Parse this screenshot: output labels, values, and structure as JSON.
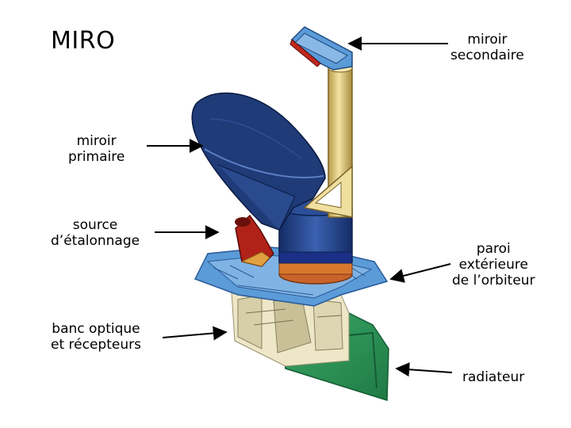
{
  "title": "MIRO",
  "labels": {
    "miroir_secondaire": [
      "miroir",
      "secondaire"
    ],
    "miroir_primaire": [
      "miroir",
      "primaire"
    ],
    "source": [
      "source",
      "d’étalonnage"
    ],
    "paroi": [
      "paroi",
      "extérieure",
      "de l’orbiteur"
    ],
    "banc": [
      "banc optique",
      "et récepteurs"
    ],
    "radiateur": [
      "radiateur"
    ]
  },
  "colors": {
    "primary_mirror": "#1f3b78",
    "column": "#d9c27a",
    "plate": "#4f8fd0",
    "bench": "#e8e2c0",
    "radiator": "#2e9a58",
    "ring": "#c8642a",
    "source": "#b02218"
  }
}
